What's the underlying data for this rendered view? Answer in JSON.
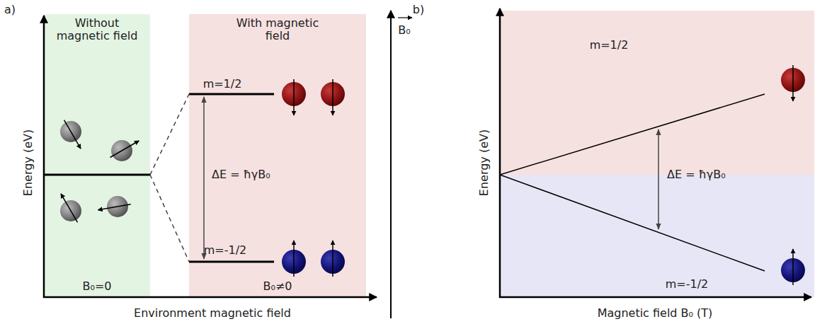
{
  "diagram": {
    "nodes": [
      {
        "text": [
          "Without magnetic field",
          "B₀=0"
        ]
      },
      {
        "text": [
          "With magnetic field",
          "B₀≠0"
        ]
      }
    ],
    "labels": [
      "a)",
      "Energy (eV)",
      "m=1/2",
      "ΔE = ħγB₀",
      "m=-1/2",
      "Environment magnetic field",
      "B₀",
      "b)",
      "Energy (eV)",
      "m=1/2",
      "ΔE = ħγB₀",
      "m=-1/2",
      "Magnetic field B₀ (T)"
    ]
  }
}
